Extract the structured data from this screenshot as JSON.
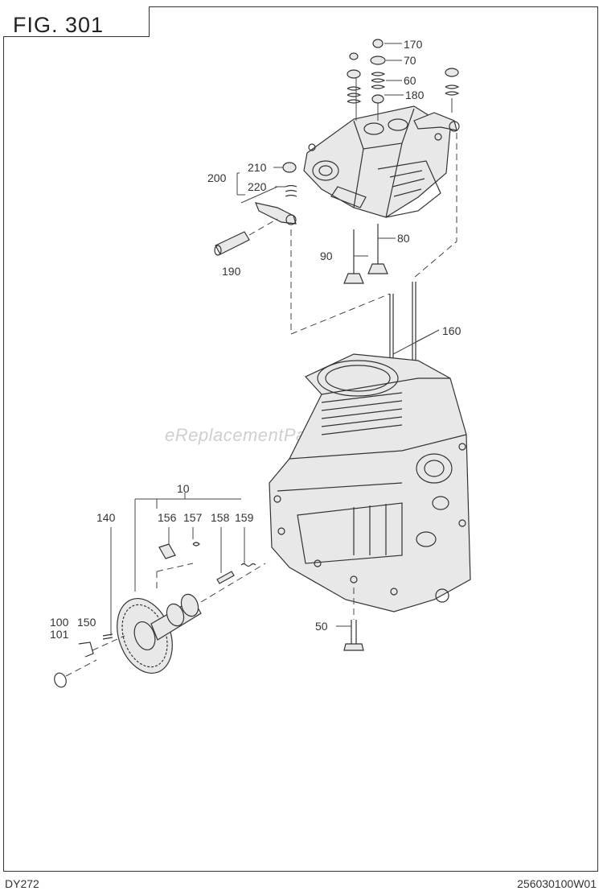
{
  "figure": {
    "title": "FIG.  301"
  },
  "footer": {
    "model": "DY272",
    "code": "256030100W01"
  },
  "watermark": "eReplacementParts.com",
  "callouts": {
    "p170": "170",
    "p70": "70",
    "p60": "60",
    "p180": "180",
    "p210": "210",
    "p200": "200",
    "p220": "220",
    "p90": "90",
    "p80": "80",
    "p190": "190",
    "p160": "160",
    "p10": "10",
    "p140": "140",
    "p156": "156",
    "p157": "157",
    "p158": "158",
    "p159": "159",
    "p100": "100",
    "p150": "150",
    "p101": "101",
    "p50": "50"
  }
}
